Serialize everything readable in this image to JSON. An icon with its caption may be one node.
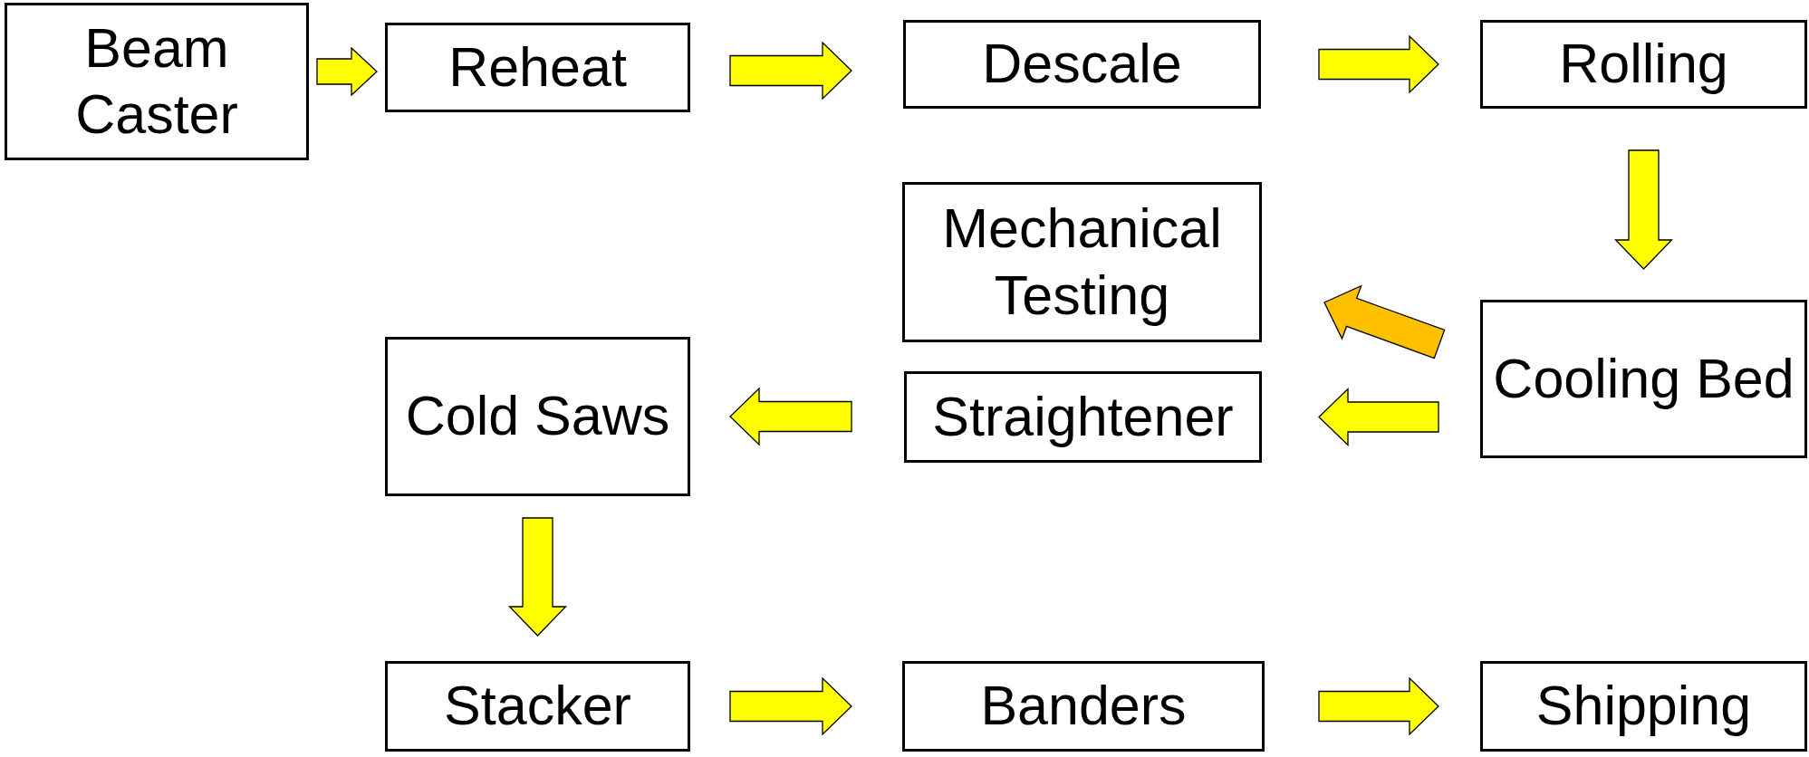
{
  "diagram": {
    "nodes": [
      {
        "text": [
          "Beam Caster"
        ]
      },
      {
        "text": [
          "Reheat"
        ]
      },
      {
        "text": [
          "Descale"
        ]
      },
      {
        "text": [
          "Rolling"
        ]
      },
      {
        "text": [
          "Mechanical Testing"
        ]
      },
      {
        "text": [
          "Cooling Bed"
        ]
      },
      {
        "text": [
          "Cold Saws"
        ]
      },
      {
        "text": [
          "Straightener"
        ]
      },
      {
        "text": [
          "Stacker"
        ]
      },
      {
        "text": [
          "Banders"
        ]
      },
      {
        "text": [
          "Shipping"
        ]
      }
    ],
    "edges": [
      {
        "from": 0,
        "to": 1,
        "arrow": "to"
      },
      {
        "from": 1,
        "to": 2,
        "arrow": "to"
      },
      {
        "from": 2,
        "to": 3,
        "arrow": "to"
      },
      {
        "from": 3,
        "to": 5,
        "arrow": "to"
      },
      {
        "from": 5,
        "to": 4,
        "arrow": "to",
        "color": "#ffc000"
      },
      {
        "from": 5,
        "to": 7,
        "arrow": "to"
      },
      {
        "from": 7,
        "to": 6,
        "arrow": "to"
      },
      {
        "from": 6,
        "to": 8,
        "arrow": "to"
      },
      {
        "from": 8,
        "to": 9,
        "arrow": "to"
      },
      {
        "from": 9,
        "to": 10,
        "arrow": "to"
      }
    ]
  }
}
